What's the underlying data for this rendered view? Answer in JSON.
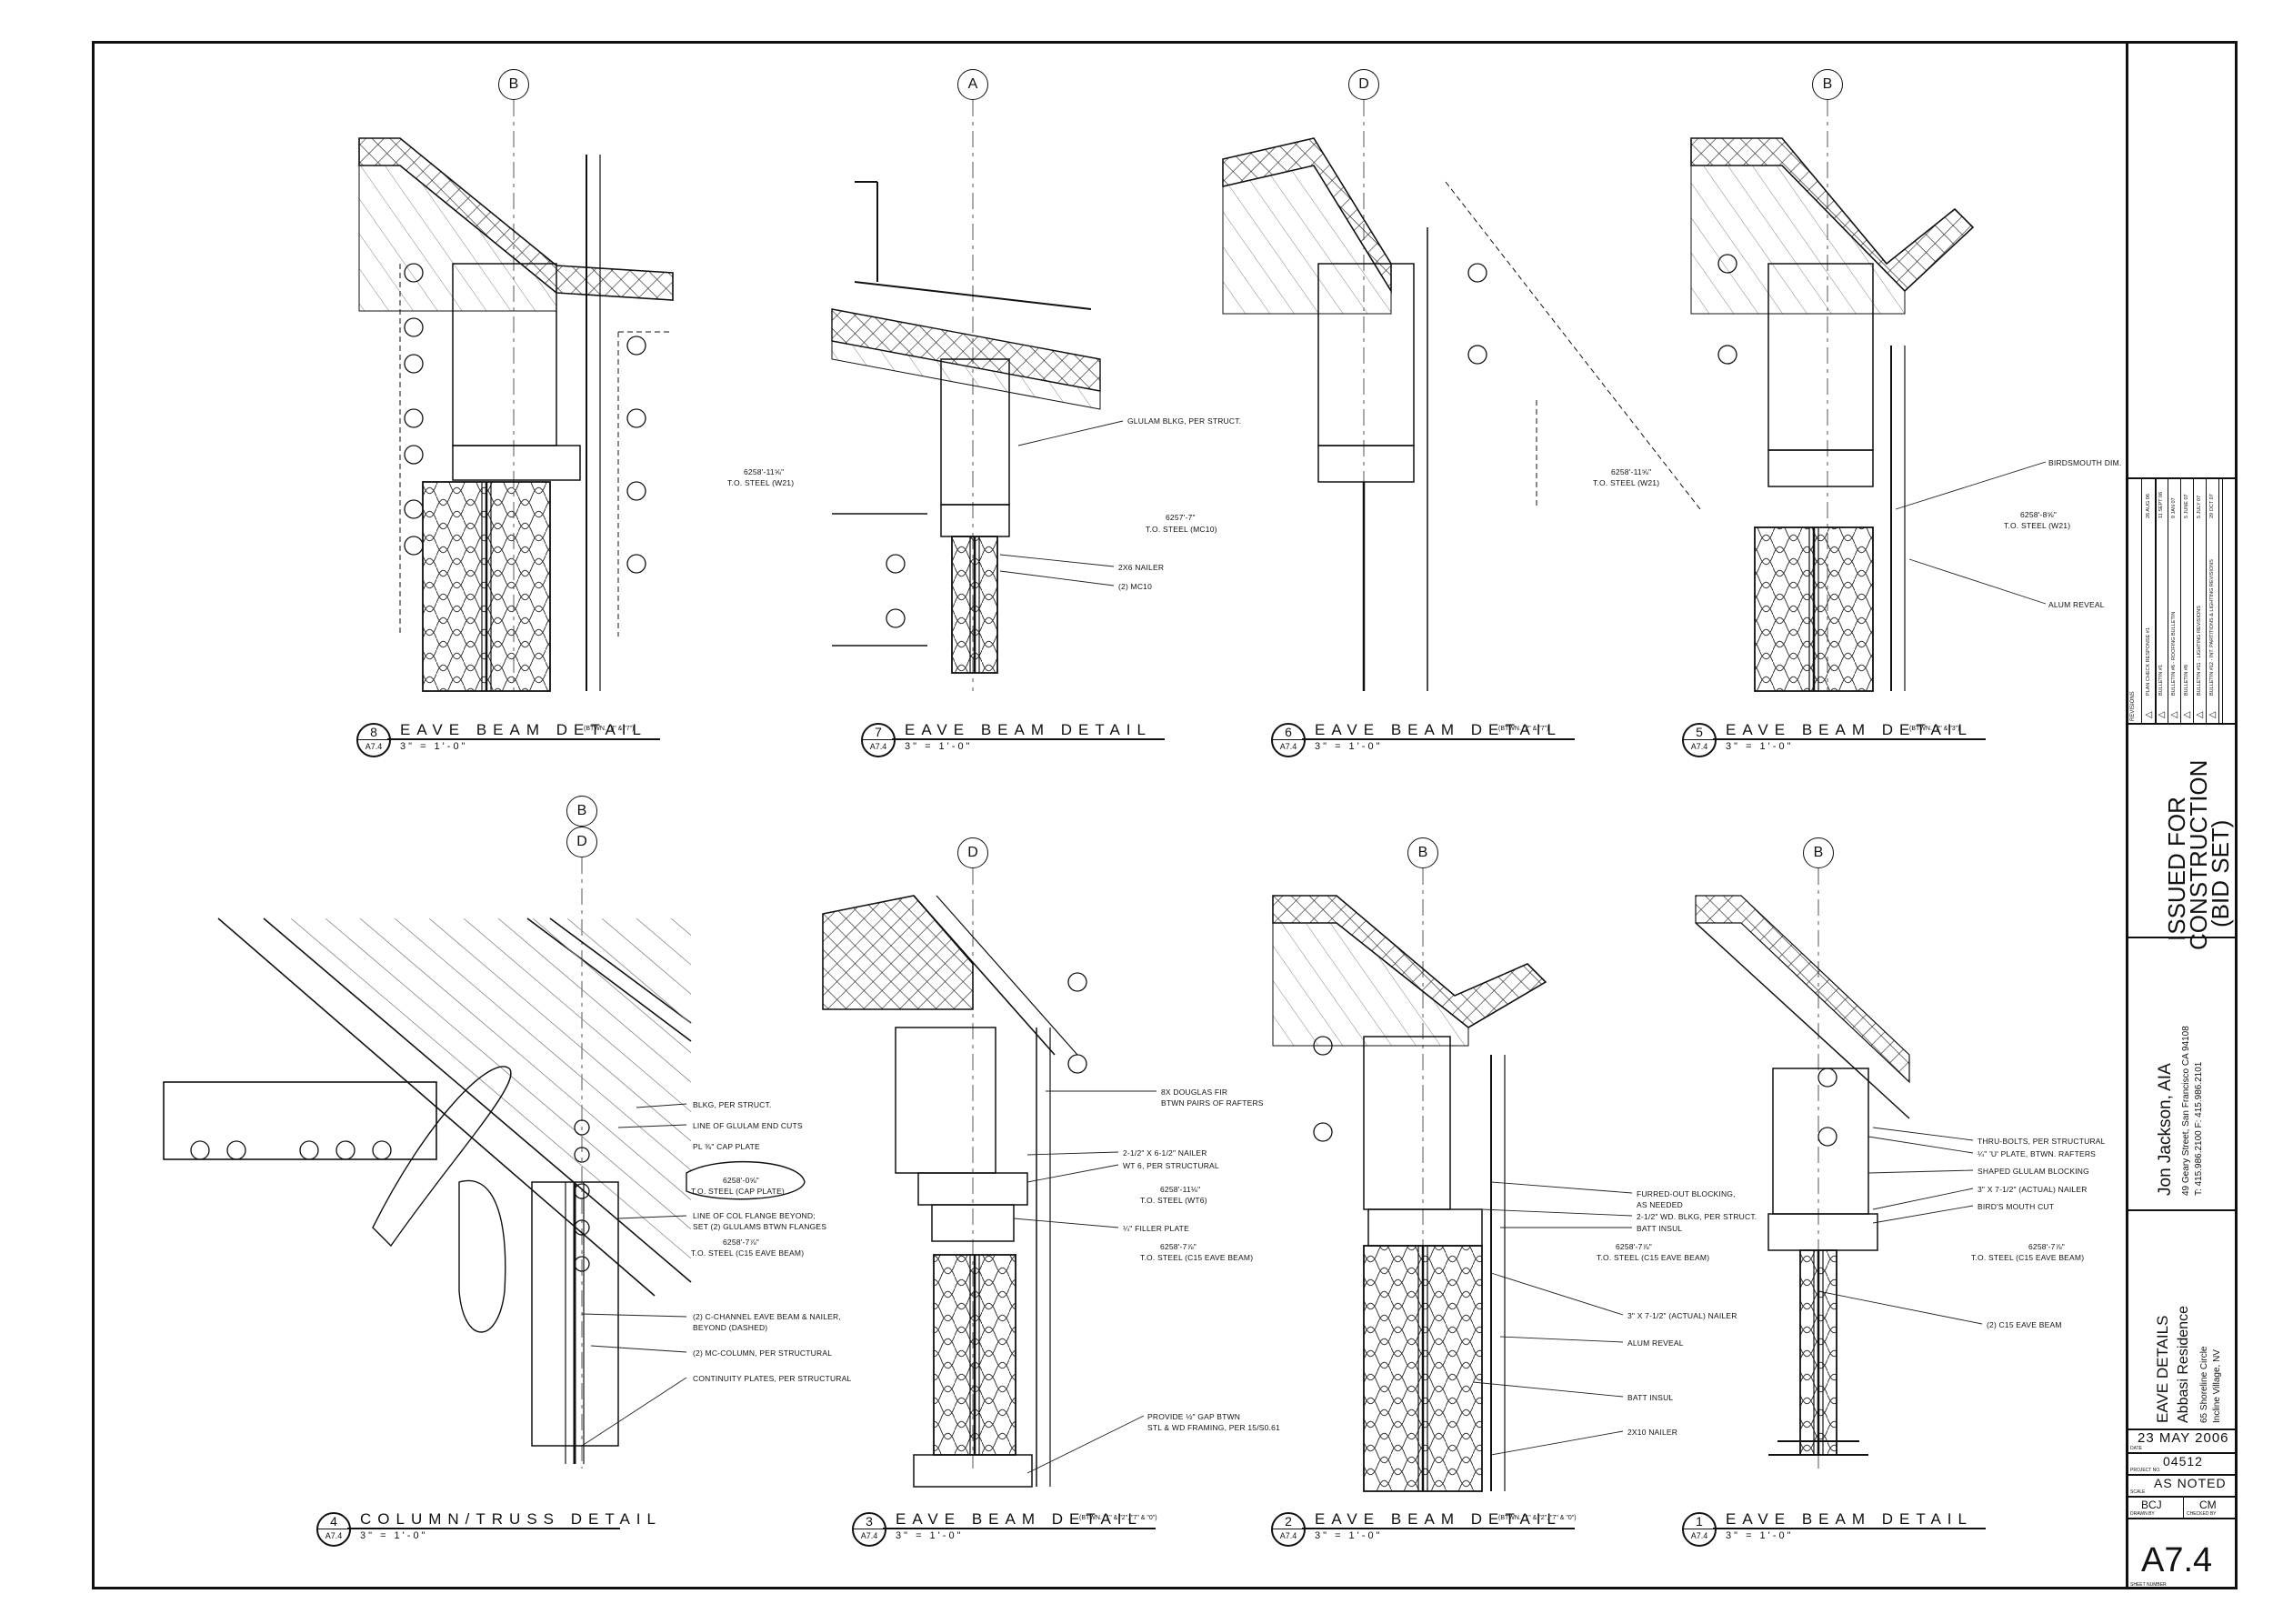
{
  "title_block": {
    "status": [
      "ISSUED FOR",
      "CONSTRUCTION",
      "(BID SET)"
    ],
    "architect": "Jon Jackson, AIA",
    "architect_address": "49 Geary Street, San Francisco CA 94108",
    "architect_phone": "T: 415.986.2100  F: 415.986.2101",
    "sheet_title": "EAVE DETAILS",
    "project_name": "Abbasi Residence",
    "project_address_1": "65 Shoreline Circle",
    "project_address_2": "Incline Village, NV",
    "date": "23 MAY 2006",
    "date_label": "DATE",
    "project_no": "04512",
    "project_no_label": "PROJECT NO.",
    "scale": "AS NOTED",
    "scale_label": "SCALE",
    "drawn_by": "BCJ",
    "drawn_label": "DRAWN BY",
    "checked_by": "CM",
    "checked_label": "CHECKED BY",
    "sheet_number": "A7.4",
    "sheet_number_label": "SHEET NUMBER",
    "revisions_label": "REVISIONS",
    "revisions": [
      {
        "desc": "PLAN CHECK RESPONSE #1",
        "date": "26 AUG 06"
      },
      {
        "desc": "BULLETIN #1",
        "date": "11 SEPT 06"
      },
      {
        "desc": "BULLETIN #6 - ROOFING BULLETIN",
        "date": "9 JAN 07"
      },
      {
        "desc": "BULLETIN #8",
        "date": "5 JUNE 07"
      },
      {
        "desc": "BULLETIN #11 - LIGHTING REVISIONS",
        "date": "5 JULY 07"
      },
      {
        "desc": "BULLETIN #12 - INT. PARTITIONS & LIGHTING REVISIONS",
        "date": "29 OCT 07"
      }
    ]
  },
  "details": [
    {
      "num": "8",
      "sheet": "A7.4",
      "title": "EAVE BEAM DETAIL",
      "sub": "(BTWN. \"3\" & \"7\")",
      "scale": "3\" = 1'-0\"",
      "grid": [
        "B"
      ]
    },
    {
      "num": "7",
      "sheet": "A7.4",
      "title": "EAVE BEAM DETAIL",
      "sub": "",
      "scale": "3\" = 1'-0\"",
      "grid": [
        "A"
      ]
    },
    {
      "num": "6",
      "sheet": "A7.4",
      "title": "EAVE BEAM DETAIL",
      "sub": "(BTWN. \"2\" & \"7\")",
      "scale": "3\" = 1'-0\"",
      "grid": [
        "D"
      ]
    },
    {
      "num": "5",
      "sheet": "A7.4",
      "title": "EAVE BEAM DETAIL",
      "sub": "(BTWN. \"2\" & \"3\")",
      "scale": "3\" = 1'-0\"",
      "grid": [
        "B"
      ]
    },
    {
      "num": "4",
      "sheet": "A7.4",
      "title": "COLUMN/TRUSS DETAIL",
      "sub": "",
      "scale": "3\" = 1'-0\"",
      "grid": [
        "B",
        "D"
      ]
    },
    {
      "num": "3",
      "sheet": "A7.4",
      "title": "EAVE BEAM DETAIL",
      "sub": "(BTWN. \"1\" & \"2\", \"7\" & \"0\")",
      "scale": "3\" = 1'-0\"",
      "grid": [
        "D"
      ]
    },
    {
      "num": "2",
      "sheet": "A7.4",
      "title": "EAVE BEAM DETAIL",
      "sub": "(BTWN. \"1\" & \"2\", \"7\" & \"0\")",
      "scale": "3\" = 1'-0\"",
      "grid": [
        "B"
      ]
    },
    {
      "num": "1",
      "sheet": "A7.4",
      "title": "EAVE BEAM DETAIL",
      "sub": "",
      "scale": "3\" = 1'-0\"",
      "grid": [
        "B"
      ]
    }
  ],
  "notes": {
    "d8_elev": "6258'-11⅝\"",
    "d8_elev_sub": "T.O. STEEL (W21)",
    "d7_n1": "GLULAM BLKG, PER STRUCT.",
    "d7_elev": "6257'-7\"",
    "d7_elev_sub": "T.O. STEEL (MC10)",
    "d7_n2": "2X6 NAILER",
    "d7_n3": "(2) MC10",
    "d6_elev": "6258'-11⅝\"",
    "d6_elev_sub": "T.O. STEEL (W21)",
    "d5_n1": "BIRDSMOUTH DIM.",
    "d5_elev": "6258'-8⅝\"",
    "d5_elev_sub": "T.O. STEEL (W21)",
    "d5_n2": "ALUM REVEAL",
    "d4_n1": "BLKG, PER STRUCT.",
    "d4_n2": "LINE OF GLULAM END CUTS",
    "d4_n3": "PL ⅜\" CAP PLATE",
    "d4_elev": "6258'-0⅝\"",
    "d4_elev_sub": "T.O. STEEL (CAP PLATE)",
    "d4_n4": "LINE OF COL FLANGE BEYOND;",
    "d4_n4b": "SET (2) GLULAMS BTWN FLANGES",
    "d4_elev2": "6258'-7⅞\"",
    "d4_elev2_sub": "T.O. STEEL (C15 EAVE BEAM)",
    "d4_n5": "(2) C-CHANNEL EAVE BEAM & NAILER,",
    "d4_n5b": "BEYOND (DASHED)",
    "d4_n6": "(2) MC-COLUMN, PER STRUCTURAL",
    "d4_n7": "CONTINUITY PLATES, PER STRUCTURAL",
    "d3_n1": "8X DOUGLAS FIR",
    "d3_n1b": "BTWN PAIRS OF RAFTERS",
    "d3_n2": "2-1/2\" X 6-1/2\" NAILER",
    "d3_n3": "WT 6, PER STRUCTURAL",
    "d3_elev": "6258'-11⅛\"",
    "d3_elev_sub": "T.O. STEEL (WT6)",
    "d3_n4": "¼\" FILLER PLATE",
    "d3_elev2": "6258'-7⅞\"",
    "d3_elev2_sub": "T.O. STEEL (C15 EAVE BEAM)",
    "d3_n5": "PROVIDE ½\" GAP BTWN",
    "d3_n5b": "STL & WD FRAMING, PER 15/S0.61",
    "d2_n1": "FURRED-OUT BLOCKING,",
    "d2_n1b": "AS NEEDED",
    "d2_n2": "2-1/2\" WD. BLKG, PER STRUCT.",
    "d2_n3": "BATT INSUL",
    "d2_elev": "6258'-7⅞\"",
    "d2_elev_sub": "T.O. STEEL (C15 EAVE BEAM)",
    "d2_n4": "3\" X 7-1/2\" (ACTUAL) NAILER",
    "d2_n5": "ALUM REVEAL",
    "d2_n6": "BATT INSUL",
    "d2_n7": "2X10 NAILER",
    "d1_n1": "THRU-BOLTS, PER STRUCTURAL",
    "d1_n2": "¼\" 'U' PLATE, BTWN. RAFTERS",
    "d1_n3": "SHAPED GLULAM BLOCKING",
    "d1_n4": "3\" X 7-1/2\" (ACTUAL) NAILER",
    "d1_n5": "BIRD'S MOUTH CUT",
    "d1_elev": "6258'-7⅞\"",
    "d1_elev_sub": "T.O. STEEL (C15 EAVE BEAM)",
    "d1_n6": "(2) C15 EAVE BEAM"
  }
}
